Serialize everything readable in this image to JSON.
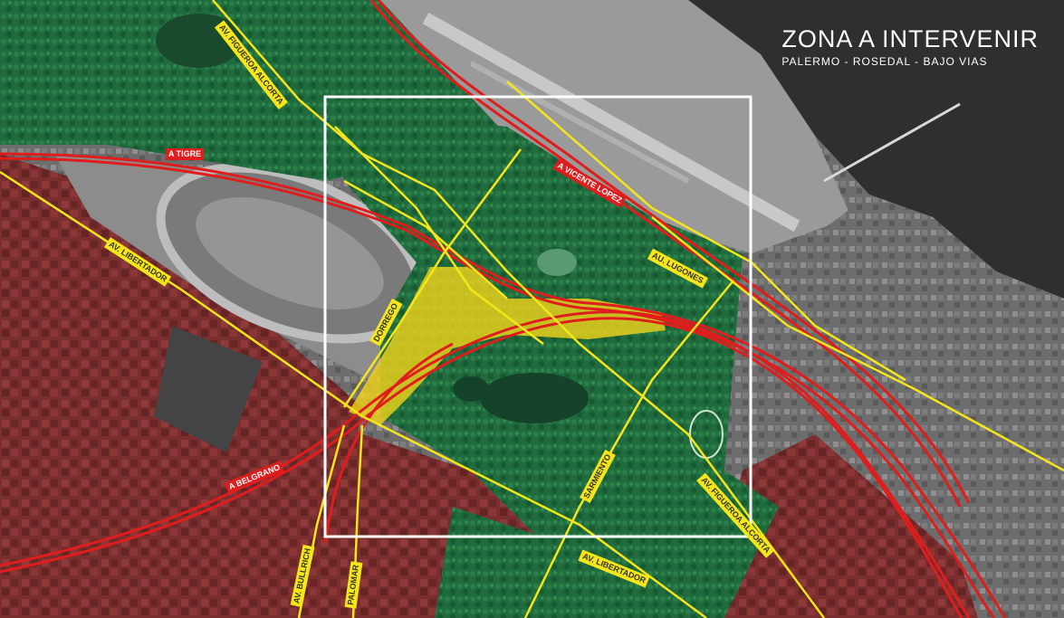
{
  "title": {
    "main": "ZONA A INTERVENIR",
    "subtitle": "PALERMO - ROSEDAL - BAJO VIAS"
  },
  "colors": {
    "park_green": "#1f6b3d",
    "urban_red": "#7a2e2e",
    "river_gray": "#2f2f2f",
    "airport_gray": "#8a8a8a",
    "road_yellow": "#f4e61a",
    "rail_red": "#e01d1d",
    "frame_white": "#ffffff",
    "highlight_yellow": "#f2d51a"
  },
  "road_labels": [
    {
      "id": "figueroa-alcorta-north",
      "text": "AV. FIGUEROA ALCORTA"
    },
    {
      "id": "libertador-west",
      "text": "AV. LIBERTADOR"
    },
    {
      "id": "dorrego",
      "text": "DORREGO"
    },
    {
      "id": "lugones",
      "text": "AU. LUGONES"
    },
    {
      "id": "sarmiento",
      "text": "SARMIENTO"
    },
    {
      "id": "figueroa-alcorta-south",
      "text": "AV. FIGUEROA ALCORTA"
    },
    {
      "id": "libertador-south",
      "text": "AV. LIBERTADOR"
    },
    {
      "id": "bullrich",
      "text": "AV. BULLRICH"
    },
    {
      "id": "palomar",
      "text": "PALOMAR"
    }
  ],
  "rail_labels": [
    {
      "id": "tigre",
      "text": "A TIGRE"
    },
    {
      "id": "vicente-lopez",
      "text": "A VICENTE LOPEZ"
    },
    {
      "id": "belgrano",
      "text": "A BELGRANO"
    }
  ]
}
